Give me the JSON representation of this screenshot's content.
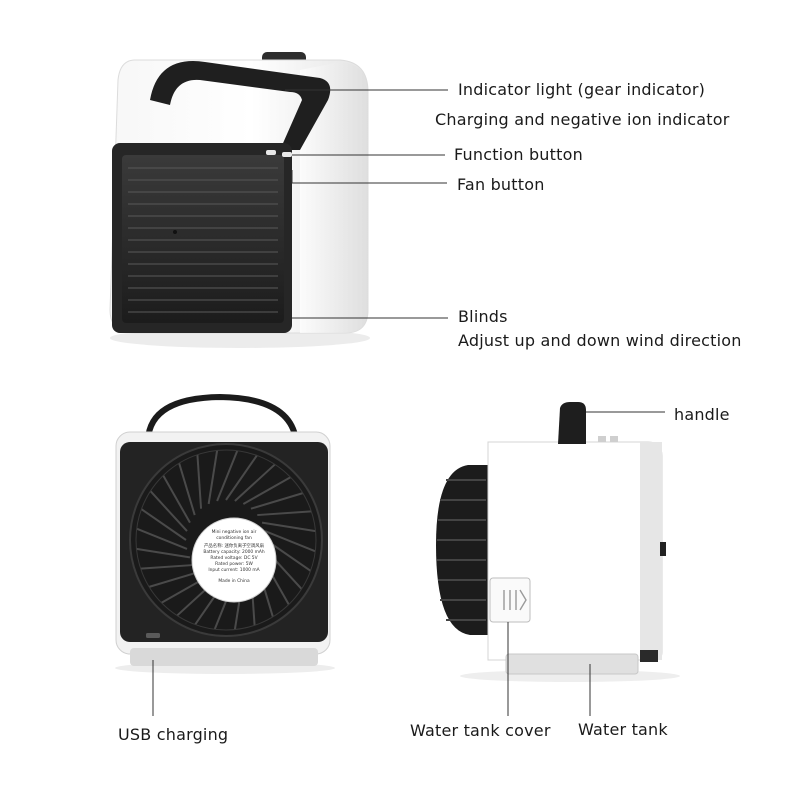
{
  "callouts": {
    "indicator_light": "Indicator light (gear indicator)",
    "charging_indicator": "Charging and negative ion indicator",
    "function_button": "Function button",
    "fan_button": "Fan button",
    "blinds": "Blinds",
    "blinds_desc": "Adjust up and down wind direction",
    "handle": "handle",
    "usb_charging": "USB charging",
    "water_tank_cover": "Water tank cover",
    "water_tank": "Water tank"
  },
  "fan_sticker": {
    "line1": "Mini negative ion air",
    "line2": "conditioning fan",
    "line3": "产品名称: 迷你负离子空调风扇",
    "line4": "Battery capacity: 2000 mAh",
    "line5": "Rated voltage: DC 5V",
    "line6": "Rated power: 5W",
    "line7": "Input current: 1000 mA",
    "line8": "Made in China"
  },
  "colors": {
    "body": "#ffffff",
    "frame": "#2a2a2a",
    "line": "#333333",
    "shadow": "#e9e9e9"
  }
}
